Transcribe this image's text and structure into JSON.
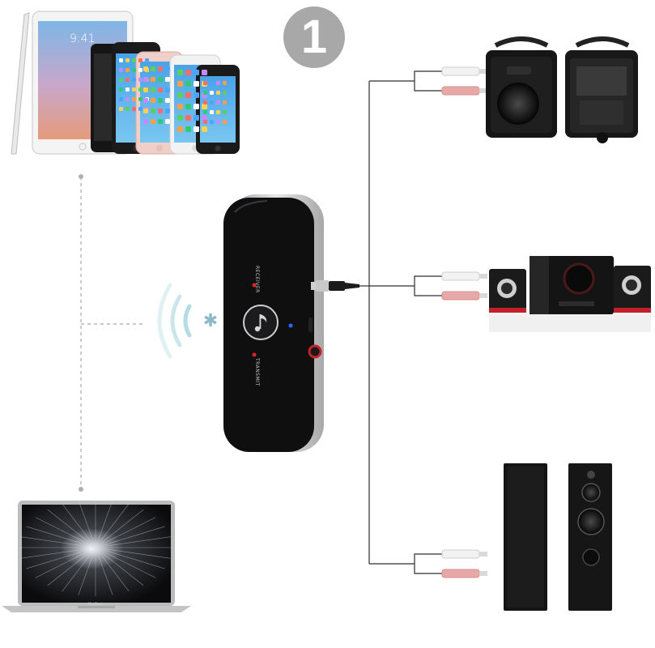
{
  "step": {
    "number": "1"
  },
  "adapter": {
    "receiver_label": "RECEIVER",
    "transmit_label": "TRANSMIT",
    "bluetooth_glyph": "✱"
  },
  "tablet": {
    "clock": "9:41"
  },
  "laptop": {
    "brand": "MacBook"
  },
  "colors": {
    "badge_gray": "#a8a8a8",
    "adapter_black": "#111111",
    "adapter_trim": "#c9c9c9",
    "led_red": "#e0202a",
    "led_blue": "#2a6cff",
    "rca_red": "#e7a8a8",
    "rca_white": "#f2f2f2",
    "wave_teal": "#9fd3dc"
  },
  "icons": [
    "bluetooth-icon",
    "music-note-icon",
    "signal-waves-icon",
    "aux-plug-icon"
  ]
}
